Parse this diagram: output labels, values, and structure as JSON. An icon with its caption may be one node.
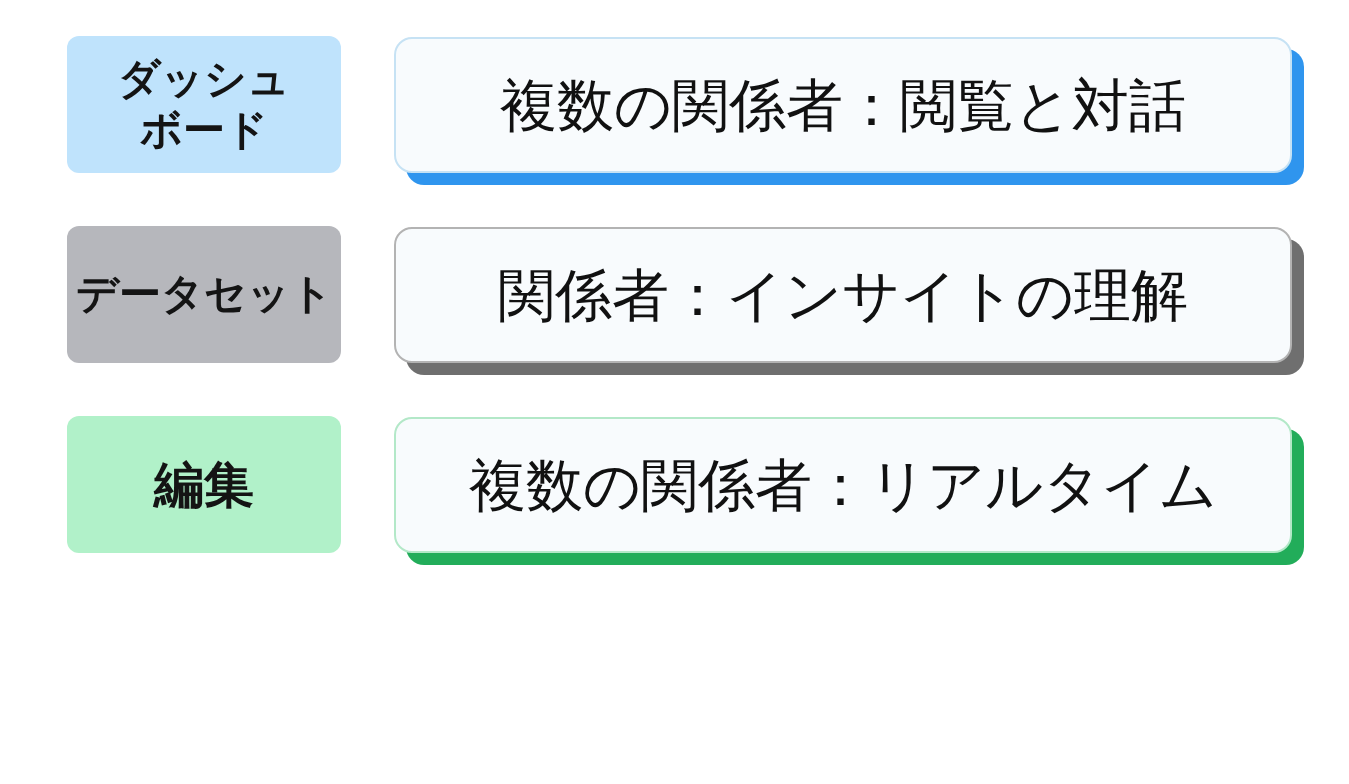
{
  "diagram": {
    "nodes": [
      {
        "text": [
          "ダッシュボード"
        ]
      },
      {
        "text": [
          "複数の関係者：閲覧と対話"
        ]
      },
      {
        "text": [
          "データセット"
        ]
      },
      {
        "text": [
          "関係者：インサイトの理解"
        ]
      },
      {
        "text": [
          "編集"
        ]
      },
      {
        "text": [
          "複数の関係者：リアルタイム"
        ]
      }
    ]
  }
}
